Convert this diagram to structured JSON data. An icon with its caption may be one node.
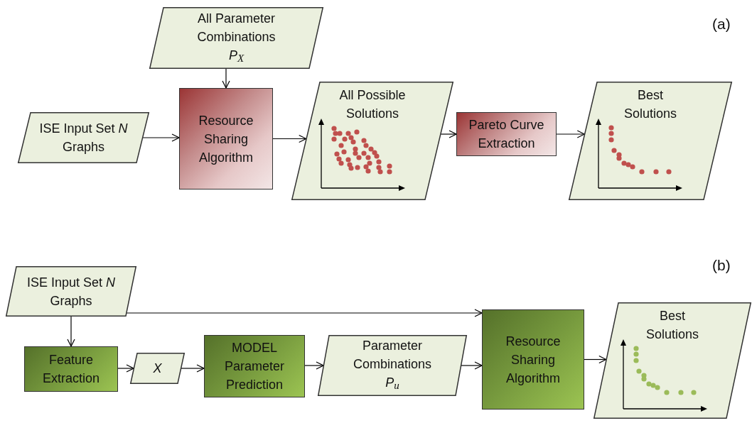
{
  "diagram": {
    "nodes": [
      {
        "text": [
          "All Parameter Combinations",
          "*P*$_{X}$"
        ]
      },
      {
        "text": [
          "ISE Input Set *N* Graphs"
        ]
      },
      {
        "text": [
          "Resource Sharing Algorithm"
        ]
      },
      {
        "text": [
          "All Possible Solutions"
        ]
      },
      {
        "text": [
          "Pareto Curve Extraction"
        ]
      },
      {
        "text": [
          "Best Solutions"
        ]
      },
      {
        "text": [
          "ISE Input Set *N* Graphs"
        ]
      },
      {
        "text": [
          "Feature Extraction"
        ]
      },
      {
        "text": [
          "*X*"
        ]
      },
      {
        "text": [
          "MODEL Parameter Prediction"
        ]
      },
      {
        "text": [
          "Parameter Combinations",
          "*P*$_{u}$"
        ]
      },
      {
        "text": [
          "Resource Sharing Algorithm"
        ]
      },
      {
        "text": [
          "Best Solutions"
        ]
      }
    ],
    "edges": [
      {
        "from": 0,
        "to": 2,
        "arrow": "to"
      },
      {
        "from": 1,
        "to": 2,
        "arrow": "to"
      },
      {
        "from": 2,
        "to": 3,
        "arrow": "to"
      },
      {
        "from": 3,
        "to": 4,
        "arrow": "to"
      },
      {
        "from": 4,
        "to": 5,
        "arrow": "to"
      },
      {
        "from": 6,
        "to": 11,
        "arrow": "to"
      },
      {
        "from": 6,
        "to": 7,
        "arrow": "to"
      },
      {
        "from": 7,
        "to": 8,
        "arrow": "to"
      },
      {
        "from": 8,
        "to": 9,
        "arrow": "to"
      },
      {
        "from": 9,
        "to": 10,
        "arrow": "to"
      },
      {
        "from": 10,
        "to": 11,
        "arrow": "to"
      },
      {
        "from": 11,
        "to": 12,
        "arrow": "to"
      }
    ],
    "labels": [
      "(a)",
      "(b)"
    ]
  }
}
